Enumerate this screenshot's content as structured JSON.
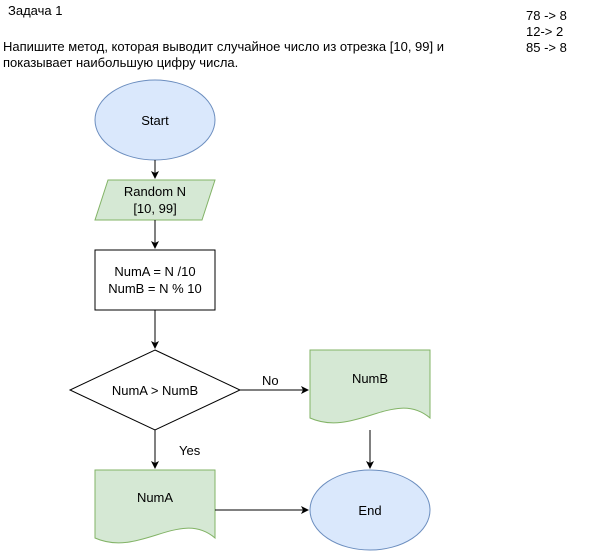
{
  "task": {
    "title": "Задача 1",
    "description": "Напишите метод, которая выводит случайное число из отрезка [10, 99] и показывает наибольшую цифру числа."
  },
  "examples": [
    "78 -> 8",
    "12-> 2",
    "85 -> 8"
  ],
  "flowchart": {
    "start": "Start",
    "input": [
      "Random N",
      "[10, 99]"
    ],
    "process": [
      "NumA = N /10",
      "NumB = N % 10"
    ],
    "decision": "NumA > NumB",
    "no_label": "No",
    "yes_label": "Yes",
    "output_b": "NumB",
    "output_a": "NumA",
    "end": "End"
  },
  "colors": {
    "terminal_fill": "#dae8fc",
    "terminal_stroke": "#6c8ebf",
    "io_fill": "#d5e8d4",
    "io_stroke": "#82b366",
    "line": "#000000"
  }
}
